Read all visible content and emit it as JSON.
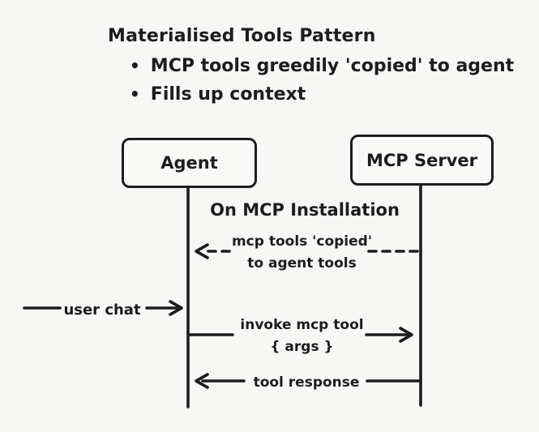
{
  "canvas": {
    "background": "#f7f7f6",
    "ink": "#1d1d1d"
  },
  "header": {
    "title": "Materialised Tools Pattern",
    "bullet_glyph": "•",
    "bullets": [
      "MCP tools greedily 'copied' to agent",
      "Fills up context"
    ]
  },
  "diagram": {
    "actors": [
      {
        "id": "agent",
        "label": "Agent"
      },
      {
        "id": "mcp-server",
        "label": "MCP Server"
      }
    ],
    "section_label": "On MCP Installation",
    "messages": [
      {
        "id": "tools-copied",
        "style": "dashed",
        "from": "mcp-server",
        "to": "agent",
        "lines": [
          "mcp tools 'copied'",
          "to agent tools"
        ]
      },
      {
        "id": "user-chat",
        "style": "solid",
        "from": "user",
        "to": "agent",
        "lines": [
          "user chat"
        ]
      },
      {
        "id": "invoke-tool",
        "style": "solid",
        "from": "agent",
        "to": "mcp-server",
        "lines": [
          "invoke mcp tool",
          "{ args }"
        ]
      },
      {
        "id": "tool-response",
        "style": "solid",
        "from": "mcp-server",
        "to": "agent",
        "lines": [
          "tool response"
        ]
      }
    ]
  }
}
